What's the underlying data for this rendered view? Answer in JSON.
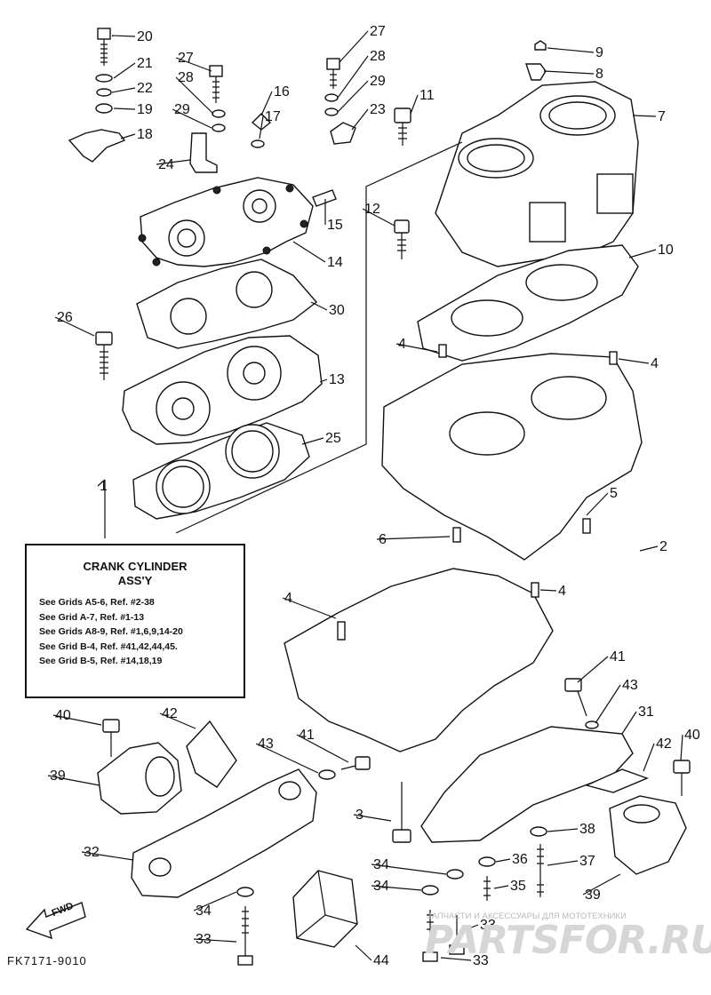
{
  "ref_box": {
    "title_line1": "CRANK CYLINDER",
    "title_line2": "ASS'Y",
    "lines": [
      "See Grids A5-6, Ref. #2-38",
      "See Grid A-7, Ref. #1-13",
      "See Grids A8-9, Ref. #1,6,9,14-20",
      "See Grid B-4, Ref. #41,42,44,45.",
      "See Grid B-5, Ref. #14,18,19"
    ]
  },
  "fwd_label": "FWD",
  "drawing_code": "FK7171-9010",
  "watermark_text": "ЗАПЧАСТИ И АКСЕССУАРЫ ДЛЯ МОТОТЕХНИКИ",
  "logo_text": "PARTSFOR.RU",
  "callouts": [
    "20",
    "21",
    "22",
    "19",
    "18",
    "27",
    "28",
    "29",
    "24",
    "16",
    "17",
    "27",
    "28",
    "29",
    "23",
    "11",
    "9",
    "8",
    "7",
    "15",
    "14",
    "12",
    "10",
    "30",
    "26",
    "13",
    "25",
    "4",
    "4",
    "1",
    "5",
    "6",
    "2",
    "4",
    "4",
    "41",
    "43",
    "31",
    "40",
    "42",
    "39",
    "43",
    "41",
    "42",
    "40",
    "3",
    "38",
    "32",
    "34",
    "36",
    "37",
    "34",
    "35",
    "39",
    "34",
    "33",
    "33",
    "44",
    "33"
  ]
}
